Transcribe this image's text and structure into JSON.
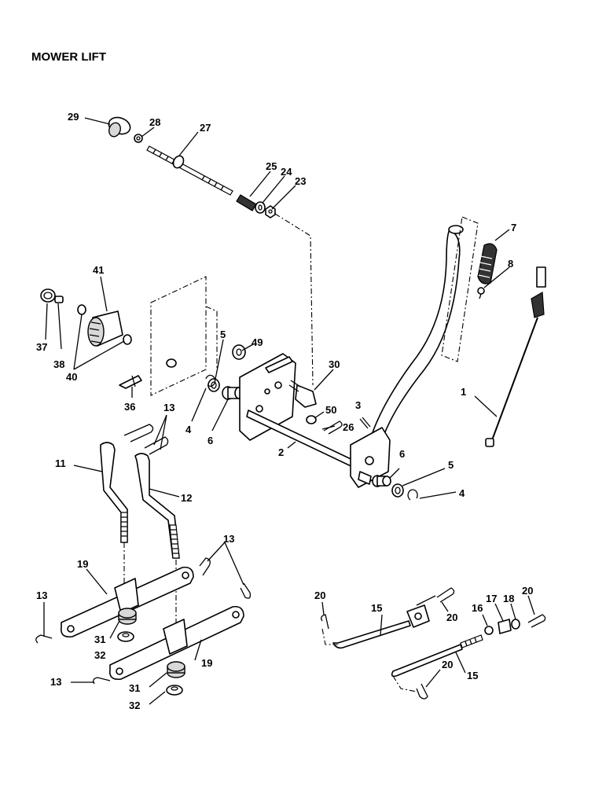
{
  "title": "MOWER LIFT",
  "callouts": {
    "c1": "1",
    "c2": "2",
    "c3": "3",
    "c4a": "4",
    "c4b": "4",
    "c5a": "5",
    "c5b": "5",
    "c6a": "6",
    "c6b": "6",
    "c7": "7",
    "c8": "8",
    "c11": "11",
    "c12": "12",
    "c13a": "13",
    "c13b": "13",
    "c13c": "13",
    "c13d": "13",
    "c15a": "15",
    "c15b": "15",
    "c16": "16",
    "c17": "17",
    "c18": "18",
    "c19a": "19",
    "c19b": "19",
    "c20a": "20",
    "c20b": "20",
    "c20c": "20",
    "c20d": "20",
    "c23": "23",
    "c24": "24",
    "c25": "25",
    "c26": "26",
    "c27": "27",
    "c28": "28",
    "c29": "29",
    "c30": "30",
    "c31a": "31",
    "c31b": "31",
    "c32a": "32",
    "c32b": "32",
    "c36": "36",
    "c37": "37",
    "c38": "38",
    "c40": "40",
    "c41": "41",
    "c49": "49",
    "c50": "50"
  }
}
